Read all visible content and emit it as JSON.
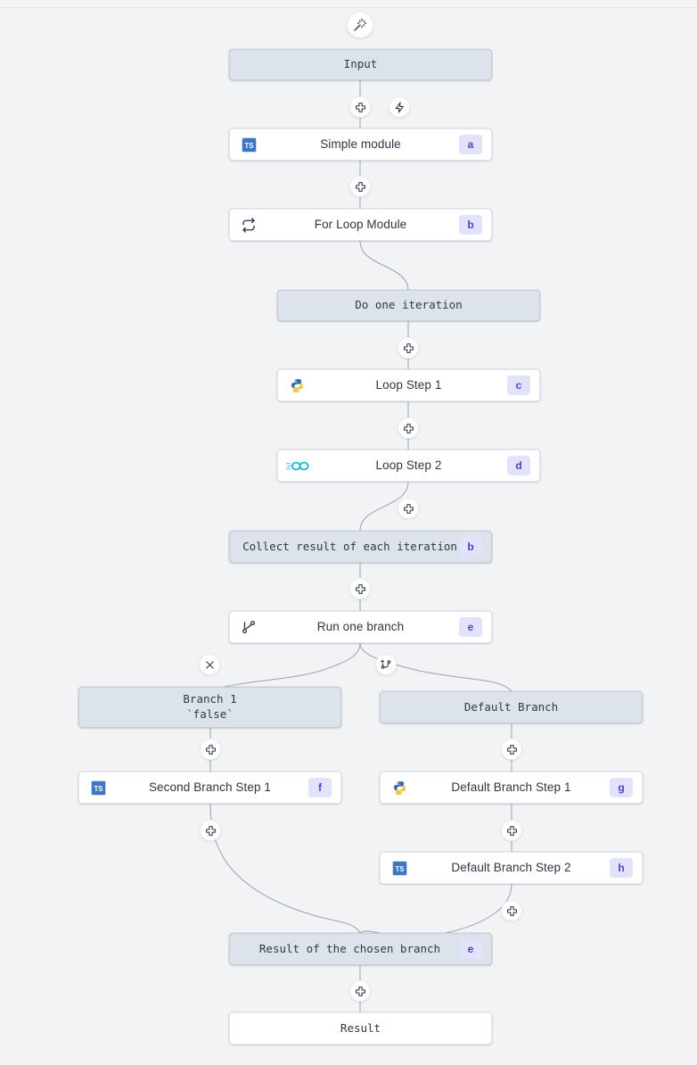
{
  "app": {
    "name": "workflow-flow-editor",
    "background_color": "#f2f3f5",
    "accent_color": "#4b45c4",
    "virtual_node_color": "#dce3eb",
    "badge_bg_color": "#e2e2fb"
  },
  "toolbar": {
    "ai_assistant_label": "",
    "ai_assistant_icon": "magic-wand-icon"
  },
  "nodes": [
    {
      "id": "input",
      "label": "Input",
      "type": "virtual",
      "icon": "",
      "badge": ""
    },
    {
      "id": "simple-module",
      "label": "Simple module",
      "type": "module",
      "icon": "typescript-icon",
      "badge": "a"
    },
    {
      "id": "for-loop-module",
      "label": "For Loop Module",
      "type": "module",
      "icon": "loop-icon",
      "badge": "b"
    },
    {
      "id": "do-one-iteration",
      "label": "Do one iteration",
      "type": "virtual",
      "icon": "",
      "badge": ""
    },
    {
      "id": "loop-step-1",
      "label": "Loop Step 1",
      "type": "module",
      "icon": "python-icon",
      "badge": "c"
    },
    {
      "id": "loop-step-2",
      "label": "Loop Step 2",
      "type": "module",
      "icon": "go-icon",
      "badge": "d"
    },
    {
      "id": "collect-result",
      "label": "Collect result of each iteration",
      "type": "virtual",
      "icon": "",
      "badge": "b"
    },
    {
      "id": "run-one-branch",
      "label": "Run one branch",
      "type": "module",
      "icon": "branch-icon",
      "badge": "e"
    },
    {
      "id": "branch-1",
      "label": "Branch 1\n`false`",
      "type": "virtual",
      "icon": "",
      "badge": ""
    },
    {
      "id": "default-branch",
      "label": "Default Branch",
      "type": "virtual",
      "icon": "",
      "badge": ""
    },
    {
      "id": "second-branch-step-1",
      "label": "Second Branch Step 1",
      "type": "module",
      "icon": "typescript-icon",
      "badge": "f"
    },
    {
      "id": "default-branch-step-1",
      "label": "Default Branch Step 1",
      "type": "module",
      "icon": "python-icon",
      "badge": "g"
    },
    {
      "id": "default-branch-step-2",
      "label": "Default Branch Step 2",
      "type": "module",
      "icon": "typescript-icon",
      "badge": "h"
    },
    {
      "id": "result-chosen-branch",
      "label": "Result of the chosen branch",
      "type": "virtual",
      "icon": "",
      "badge": "e"
    },
    {
      "id": "result",
      "label": "Result",
      "type": "plain",
      "icon": "",
      "badge": ""
    }
  ],
  "edge_buttons": [
    {
      "id": "add-step-after-input",
      "icon": "plus-icon"
    },
    {
      "id": "add-trigger-after-input",
      "icon": "lightning-icon"
    },
    {
      "id": "add-step-after-simple-module",
      "icon": "plus-icon"
    },
    {
      "id": "add-step-after-do-one-iteration",
      "icon": "plus-icon"
    },
    {
      "id": "add-step-after-loop-step-1",
      "icon": "plus-icon"
    },
    {
      "id": "add-step-after-loop-step-2",
      "icon": "plus-icon"
    },
    {
      "id": "add-step-after-collect-result",
      "icon": "plus-icon"
    },
    {
      "id": "remove-branch-1",
      "icon": "close-icon"
    },
    {
      "id": "add-branch",
      "icon": "add-branch-icon"
    },
    {
      "id": "add-step-after-branch-1",
      "icon": "plus-icon"
    },
    {
      "id": "add-step-after-default-branch",
      "icon": "plus-icon"
    },
    {
      "id": "add-step-after-second-branch-step-1",
      "icon": "plus-icon"
    },
    {
      "id": "add-step-after-default-branch-step-1",
      "icon": "plus-icon"
    },
    {
      "id": "add-step-after-default-branch-step-2",
      "icon": "plus-icon"
    },
    {
      "id": "add-step-after-result-chosen-branch",
      "icon": "plus-icon"
    }
  ]
}
